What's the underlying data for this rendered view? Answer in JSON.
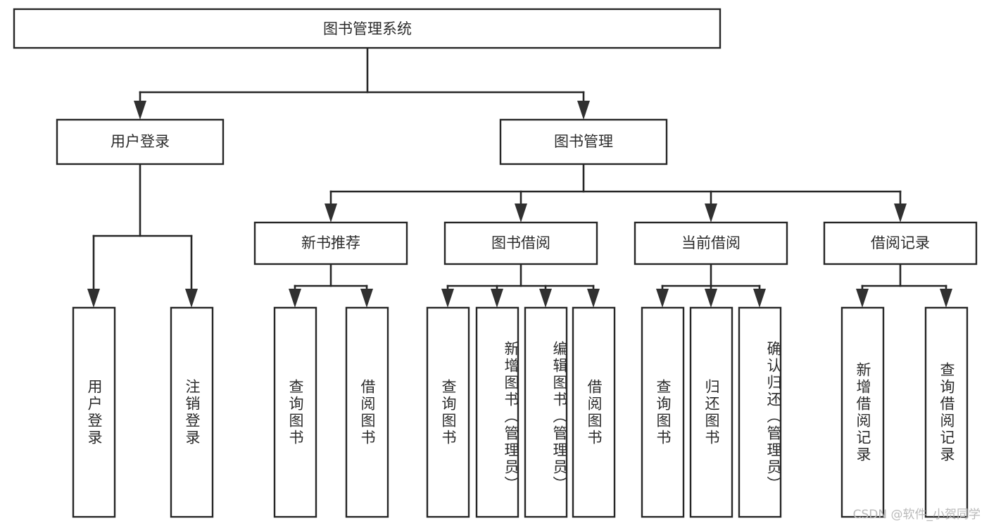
{
  "diagram": {
    "title": "图书管理系统",
    "watermark": "CSDN @软件_小贺同学",
    "type": "tree",
    "orientation": "top-down",
    "colors": {
      "box_fill": "#ffffff",
      "box_stroke": "#262626",
      "text": "#2b2b2b",
      "watermark": "#b9b9b9",
      "background": "#ffffff"
    },
    "root": {
      "id": "root",
      "label": "图书管理系统",
      "text_orientation": "horizontal"
    },
    "level2": [
      {
        "id": "user-login",
        "label": "用户登录",
        "text_orientation": "horizontal"
      },
      {
        "id": "book-management",
        "label": "图书管理",
        "text_orientation": "horizontal"
      }
    ],
    "level3": [
      {
        "id": "new-book-recommend",
        "label": "新书推荐",
        "parent": "book-management",
        "text_orientation": "horizontal"
      },
      {
        "id": "book-borrow",
        "label": "图书借阅",
        "parent": "book-management",
        "text_orientation": "horizontal"
      },
      {
        "id": "current-borrow",
        "label": "当前借阅",
        "parent": "book-management",
        "text_orientation": "horizontal"
      },
      {
        "id": "borrow-record",
        "label": "借阅记录",
        "parent": "book-management",
        "text_orientation": "horizontal"
      }
    ],
    "leaves": [
      {
        "id": "leaf-user-login",
        "label": "用户登录",
        "parent": "user-login",
        "text_orientation": "vertical"
      },
      {
        "id": "leaf-user-logout",
        "label": "注销登录",
        "parent": "user-login",
        "text_orientation": "vertical"
      },
      {
        "id": "leaf-query-book-1",
        "label": "查询图书",
        "parent": "new-book-recommend",
        "text_orientation": "vertical"
      },
      {
        "id": "leaf-borrow-book-1",
        "label": "借阅图书",
        "parent": "new-book-recommend",
        "text_orientation": "vertical"
      },
      {
        "id": "leaf-query-book-2",
        "label": "查询图书",
        "parent": "book-borrow",
        "text_orientation": "vertical"
      },
      {
        "id": "leaf-add-book",
        "label": "新增图书（管理员）",
        "parent": "book-borrow",
        "text_orientation": "vertical"
      },
      {
        "id": "leaf-edit-book",
        "label": "编辑图书（管理员）",
        "parent": "book-borrow",
        "text_orientation": "vertical"
      },
      {
        "id": "leaf-borrow-book-2",
        "label": "借阅图书",
        "parent": "book-borrow",
        "text_orientation": "vertical"
      },
      {
        "id": "leaf-query-book-3",
        "label": "查询图书",
        "parent": "current-borrow",
        "text_orientation": "vertical"
      },
      {
        "id": "leaf-return-book",
        "label": "归还图书",
        "parent": "current-borrow",
        "text_orientation": "vertical"
      },
      {
        "id": "leaf-confirm-return",
        "label": "确认归还（管理员）",
        "parent": "current-borrow",
        "text_orientation": "vertical"
      },
      {
        "id": "leaf-add-record",
        "label": "新增借阅记录",
        "parent": "borrow-record",
        "text_orientation": "vertical"
      },
      {
        "id": "leaf-query-record",
        "label": "查询借阅记录",
        "parent": "borrow-record",
        "text_orientation": "vertical"
      }
    ]
  }
}
